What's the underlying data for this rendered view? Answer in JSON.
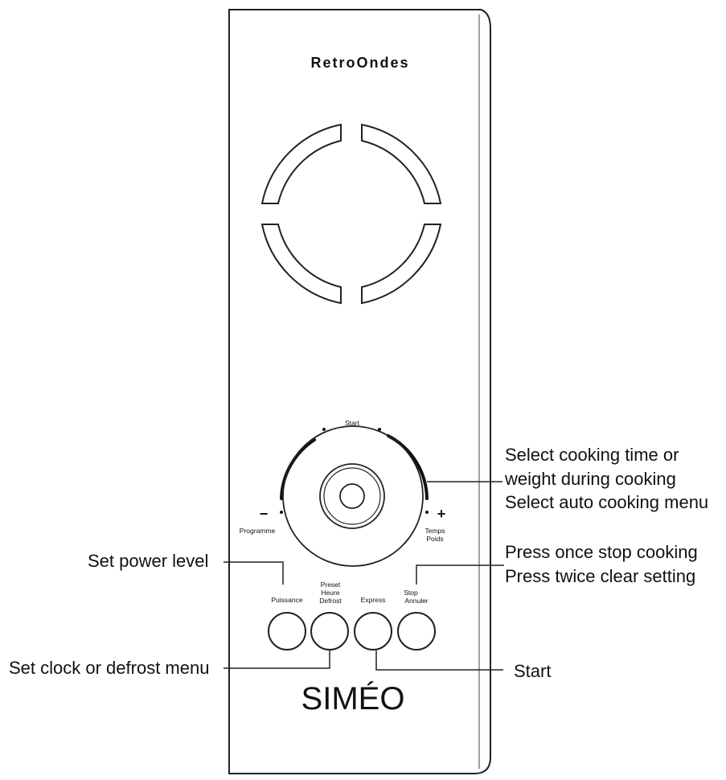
{
  "panel": {
    "brand": "RetroOndes",
    "logo": "SIMÉO"
  },
  "dial": {
    "label_start": "Start",
    "label_minus": "−",
    "label_plus": "+",
    "label_left": "Programme",
    "label_right_line1": "Temps",
    "label_right_line2": "Poids"
  },
  "buttons": [
    {
      "lines": [
        "Puissance"
      ]
    },
    {
      "lines": [
        "Preset",
        "Heure",
        "Defrost"
      ]
    },
    {
      "lines": [
        "Express"
      ]
    },
    {
      "lines": [
        "Stop",
        "Annuler"
      ]
    }
  ],
  "annotations": {
    "dial_line1": "Select cooking time or",
    "dial_line2": "weight during cooking",
    "dial_line3": "Select auto cooking menu",
    "power": "Set power level",
    "stop_line1": "Press once stop cooking",
    "stop_line2": "Press twice clear setting",
    "clock": "Set clock or defrost menu",
    "start": "Start"
  }
}
